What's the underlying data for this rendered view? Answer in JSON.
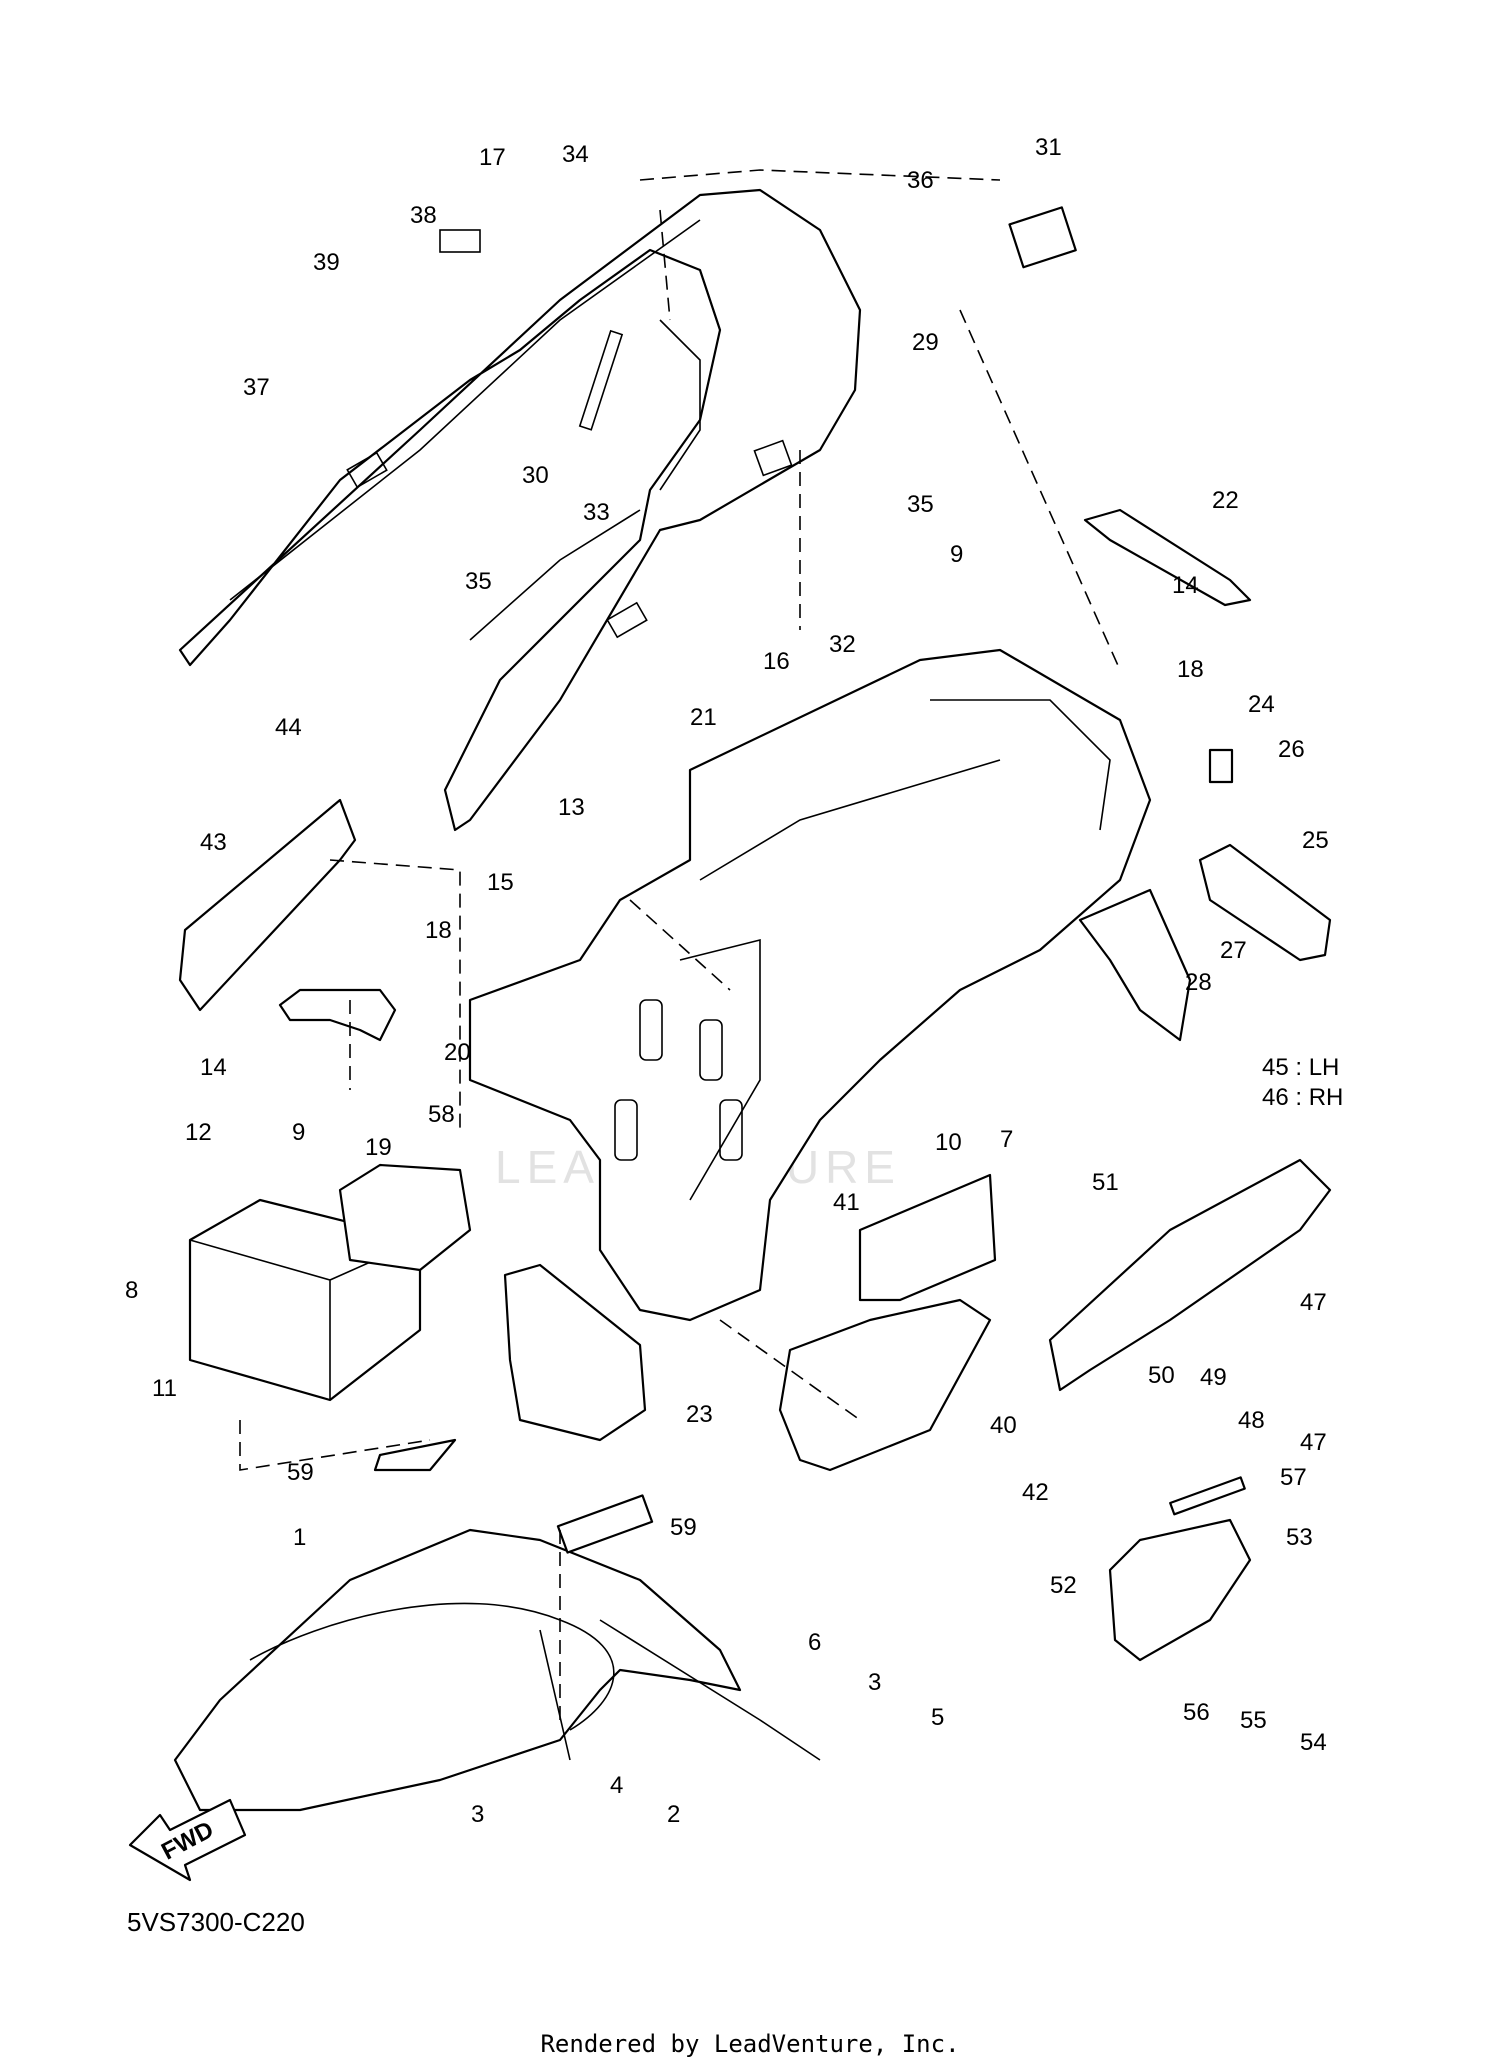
{
  "diagram": {
    "reference_code": "5VS7300-C220",
    "footer": "Rendered by LeadVenture, Inc.",
    "watermark": "LEADVENTURE",
    "direction_label": "FWD",
    "side_labels": [
      "45 : LH",
      "46 : RH"
    ],
    "callouts": [
      "1",
      "2",
      "3",
      "3",
      "4",
      "5",
      "6",
      "7",
      "8",
      "9",
      "9",
      "10",
      "11",
      "12",
      "13",
      "14",
      "14",
      "15",
      "16",
      "17",
      "18",
      "18",
      "19",
      "20",
      "21",
      "22",
      "23",
      "24",
      "25",
      "26",
      "27",
      "28",
      "29",
      "30",
      "31",
      "32",
      "33",
      "34",
      "35",
      "35",
      "36",
      "37",
      "38",
      "39",
      "40",
      "41",
      "42",
      "43",
      "44",
      "47",
      "47",
      "48",
      "49",
      "50",
      "51",
      "52",
      "53",
      "54",
      "55",
      "56",
      "57",
      "58",
      "59",
      "59"
    ]
  }
}
